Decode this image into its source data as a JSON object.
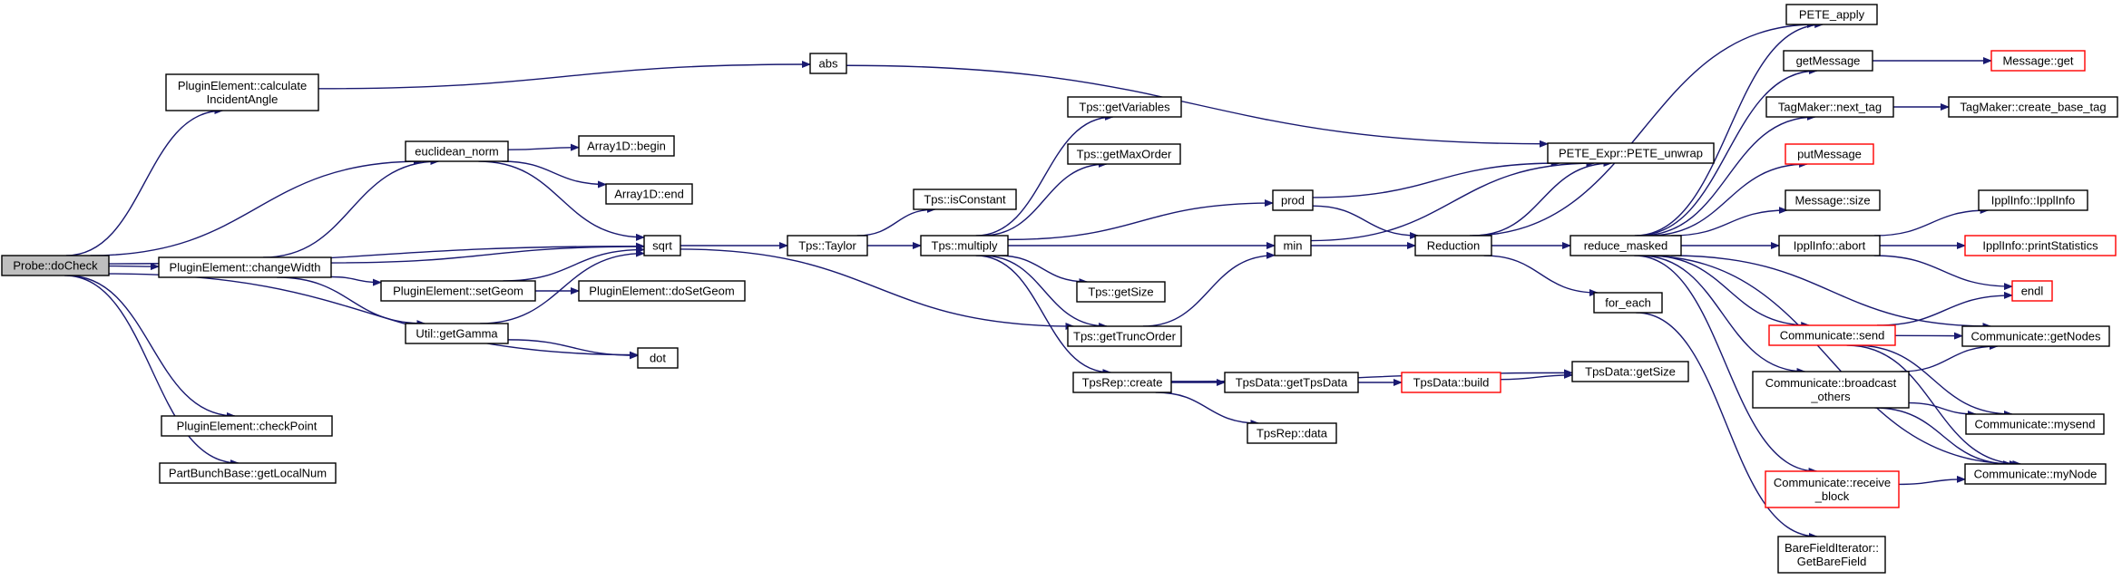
{
  "colors": {
    "edge": "#191970",
    "root_fill": "#bfbfbf",
    "node_fill": "#ffffff",
    "node_border": "#000000",
    "truncated_border": "#ff0000"
  },
  "nodes": [
    {
      "id": "probe_docheck",
      "lines": [
        "Probe::doCheck"
      ],
      "style": "root"
    },
    {
      "id": "pe_calcangle",
      "lines": [
        "PluginElement::calculate",
        "IncidentAngle"
      ],
      "style": "normal"
    },
    {
      "id": "pe_changewidth",
      "lines": [
        "PluginElement::changeWidth"
      ],
      "style": "normal"
    },
    {
      "id": "pe_checkpoint",
      "lines": [
        "PluginElement::checkPoint"
      ],
      "style": "normal"
    },
    {
      "id": "pbb_getlocalnum",
      "lines": [
        "PartBunchBase::getLocalNum"
      ],
      "style": "normal"
    },
    {
      "id": "euclidean_norm",
      "lines": [
        "euclidean_norm"
      ],
      "style": "normal"
    },
    {
      "id": "pe_setgeom",
      "lines": [
        "PluginElement::setGeom"
      ],
      "style": "normal"
    },
    {
      "id": "util_getgamma",
      "lines": [
        "Util::getGamma"
      ],
      "style": "normal"
    },
    {
      "id": "abs",
      "lines": [
        "abs"
      ],
      "style": "normal"
    },
    {
      "id": "array1d_begin",
      "lines": [
        "Array1D::begin"
      ],
      "style": "normal"
    },
    {
      "id": "array1d_end",
      "lines": [
        "Array1D::end"
      ],
      "style": "normal"
    },
    {
      "id": "sqrt",
      "lines": [
        "sqrt"
      ],
      "style": "normal"
    },
    {
      "id": "pe_dosetgeom",
      "lines": [
        "PluginElement::doSetGeom"
      ],
      "style": "normal"
    },
    {
      "id": "dot",
      "lines": [
        "dot"
      ],
      "style": "normal"
    },
    {
      "id": "tps_taylor",
      "lines": [
        "Tps::Taylor"
      ],
      "style": "normal"
    },
    {
      "id": "tps_isconstant",
      "lines": [
        "Tps::isConstant"
      ],
      "style": "normal"
    },
    {
      "id": "tps_multiply",
      "lines": [
        "Tps::multiply"
      ],
      "style": "normal"
    },
    {
      "id": "tps_getvariables",
      "lines": [
        "Tps::getVariables"
      ],
      "style": "normal"
    },
    {
      "id": "tps_getmaxorder",
      "lines": [
        "Tps::getMaxOrder"
      ],
      "style": "normal"
    },
    {
      "id": "tps_getsize",
      "lines": [
        "Tps::getSize"
      ],
      "style": "normal"
    },
    {
      "id": "tps_gettruncorder",
      "lines": [
        "Tps::getTruncOrder"
      ],
      "style": "normal"
    },
    {
      "id": "tpsrep_create",
      "lines": [
        "TpsRep::create"
      ],
      "style": "normal"
    },
    {
      "id": "tpsdata_gettpsdata",
      "lines": [
        "TpsData::getTpsData"
      ],
      "style": "normal"
    },
    {
      "id": "tpsrep_data",
      "lines": [
        "TpsRep::data"
      ],
      "style": "normal"
    },
    {
      "id": "tpsdata_build",
      "lines": [
        "TpsData::build"
      ],
      "style": "truncated"
    },
    {
      "id": "tpsdata_getsize",
      "lines": [
        "TpsData::getSize"
      ],
      "style": "normal"
    },
    {
      "id": "prod",
      "lines": [
        "prod"
      ],
      "style": "normal"
    },
    {
      "id": "min",
      "lines": [
        "min"
      ],
      "style": "normal"
    },
    {
      "id": "reduction",
      "lines": [
        "Reduction"
      ],
      "style": "normal"
    },
    {
      "id": "pete_unwrap",
      "lines": [
        "PETE_Expr::PETE_unwrap"
      ],
      "style": "normal"
    },
    {
      "id": "reduce_masked",
      "lines": [
        "reduce_masked"
      ],
      "style": "normal"
    },
    {
      "id": "for_each",
      "lines": [
        "for_each"
      ],
      "style": "normal"
    },
    {
      "id": "pete_apply",
      "lines": [
        "PETE_apply"
      ],
      "style": "normal"
    },
    {
      "id": "getmessage",
      "lines": [
        "getMessage"
      ],
      "style": "normal"
    },
    {
      "id": "message_get",
      "lines": [
        "Message::get"
      ],
      "style": "truncated"
    },
    {
      "id": "tagmaker_nexttag",
      "lines": [
        "TagMaker::next_tag"
      ],
      "style": "normal"
    },
    {
      "id": "tagmaker_createbasetag",
      "lines": [
        "TagMaker::create_base_tag"
      ],
      "style": "normal"
    },
    {
      "id": "putmessage",
      "lines": [
        "putMessage"
      ],
      "style": "truncated"
    },
    {
      "id": "message_size",
      "lines": [
        "Message::size"
      ],
      "style": "normal"
    },
    {
      "id": "ipplinfo_abort",
      "lines": [
        "IpplInfo::abort"
      ],
      "style": "normal"
    },
    {
      "id": "ipplinfo_ipplinfo",
      "lines": [
        "IpplInfo::IpplInfo"
      ],
      "style": "normal"
    },
    {
      "id": "ipplinfo_printstatistics",
      "lines": [
        "IpplInfo::printStatistics"
      ],
      "style": "truncated"
    },
    {
      "id": "endl",
      "lines": [
        "endl"
      ],
      "style": "truncated"
    },
    {
      "id": "communicate_send",
      "lines": [
        "Communicate::send"
      ],
      "style": "truncated"
    },
    {
      "id": "communicate_getnodes",
      "lines": [
        "Communicate::getNodes"
      ],
      "style": "normal"
    },
    {
      "id": "communicate_broadcast",
      "lines": [
        "Communicate::broadcast",
        "_others"
      ],
      "style": "normal"
    },
    {
      "id": "communicate_mysend",
      "lines": [
        "Communicate::mysend"
      ],
      "style": "normal"
    },
    {
      "id": "communicate_mynode",
      "lines": [
        "Communicate::myNode"
      ],
      "style": "normal"
    },
    {
      "id": "communicate_receive",
      "lines": [
        "Communicate::receive",
        "_block"
      ],
      "style": "truncated"
    },
    {
      "id": "barefielditerator_getbarefield",
      "lines": [
        "BareFieldIterator::",
        "GetBareField"
      ],
      "style": "normal"
    }
  ],
  "edges": [
    [
      "probe_docheck",
      "pe_calcangle"
    ],
    [
      "probe_docheck",
      "euclidean_norm"
    ],
    [
      "probe_docheck",
      "sqrt"
    ],
    [
      "probe_docheck",
      "pe_changewidth"
    ],
    [
      "probe_docheck",
      "dot"
    ],
    [
      "probe_docheck",
      "pe_checkpoint"
    ],
    [
      "probe_docheck",
      "pbb_getlocalnum"
    ],
    [
      "pe_calcangle",
      "abs"
    ],
    [
      "pe_changewidth",
      "euclidean_norm"
    ],
    [
      "pe_changewidth",
      "sqrt"
    ],
    [
      "pe_changewidth",
      "pe_setgeom"
    ],
    [
      "pe_changewidth",
      "util_getgamma"
    ],
    [
      "euclidean_norm",
      "array1d_begin"
    ],
    [
      "euclidean_norm",
      "array1d_end"
    ],
    [
      "euclidean_norm",
      "sqrt"
    ],
    [
      "pe_setgeom",
      "sqrt"
    ],
    [
      "pe_setgeom",
      "pe_dosetgeom"
    ],
    [
      "util_getgamma",
      "sqrt"
    ],
    [
      "util_getgamma",
      "dot"
    ],
    [
      "abs",
      "pete_unwrap"
    ],
    [
      "sqrt",
      "tps_taylor"
    ],
    [
      "sqrt",
      "tps_gettruncorder"
    ],
    [
      "tps_taylor",
      "tps_isconstant"
    ],
    [
      "tps_taylor",
      "tps_multiply"
    ],
    [
      "tps_multiply",
      "tps_getvariables"
    ],
    [
      "tps_multiply",
      "tps_getmaxorder"
    ],
    [
      "tps_multiply",
      "prod"
    ],
    [
      "tps_multiply",
      "min"
    ],
    [
      "tps_multiply",
      "tps_getsize"
    ],
    [
      "tps_multiply",
      "tps_gettruncorder"
    ],
    [
      "tps_multiply",
      "tpsrep_create"
    ],
    [
      "tps_gettruncorder",
      "min"
    ],
    [
      "tpsrep_create",
      "tpsdata_gettpsdata"
    ],
    [
      "tpsrep_create",
      "tpsrep_data"
    ],
    [
      "tpsrep_create",
      "tpsdata_getsize"
    ],
    [
      "tpsdata_gettpsdata",
      "tpsdata_build"
    ],
    [
      "tpsdata_build",
      "tpsdata_getsize"
    ],
    [
      "prod",
      "pete_unwrap"
    ],
    [
      "prod",
      "reduction"
    ],
    [
      "min",
      "pete_unwrap"
    ],
    [
      "min",
      "reduction"
    ],
    [
      "reduction",
      "pete_unwrap"
    ],
    [
      "reduction",
      "reduce_masked"
    ],
    [
      "reduction",
      "for_each"
    ],
    [
      "reduction",
      "pete_apply"
    ],
    [
      "for_each",
      "barefielditerator_getbarefield"
    ],
    [
      "reduce_masked",
      "pete_apply"
    ],
    [
      "reduce_masked",
      "getmessage"
    ],
    [
      "reduce_masked",
      "tagmaker_nexttag"
    ],
    [
      "reduce_masked",
      "putmessage"
    ],
    [
      "reduce_masked",
      "message_size"
    ],
    [
      "reduce_masked",
      "ipplinfo_abort"
    ],
    [
      "reduce_masked",
      "communicate_send"
    ],
    [
      "reduce_masked",
      "communicate_getnodes"
    ],
    [
      "reduce_masked",
      "communicate_broadcast"
    ],
    [
      "reduce_masked",
      "communicate_mynode"
    ],
    [
      "reduce_masked",
      "communicate_receive"
    ],
    [
      "getmessage",
      "message_get"
    ],
    [
      "tagmaker_nexttag",
      "tagmaker_createbasetag"
    ],
    [
      "ipplinfo_abort",
      "ipplinfo_ipplinfo"
    ],
    [
      "ipplinfo_abort",
      "ipplinfo_printstatistics"
    ],
    [
      "ipplinfo_abort",
      "endl"
    ],
    [
      "communicate_send",
      "endl"
    ],
    [
      "communicate_send",
      "communicate_getnodes"
    ],
    [
      "communicate_send",
      "communicate_mysend"
    ],
    [
      "communicate_send",
      "communicate_mynode"
    ],
    [
      "communicate_broadcast",
      "communicate_getnodes"
    ],
    [
      "communicate_broadcast",
      "communicate_mysend"
    ],
    [
      "communicate_broadcast",
      "communicate_mynode"
    ],
    [
      "communicate_receive",
      "communicate_mynode"
    ]
  ]
}
